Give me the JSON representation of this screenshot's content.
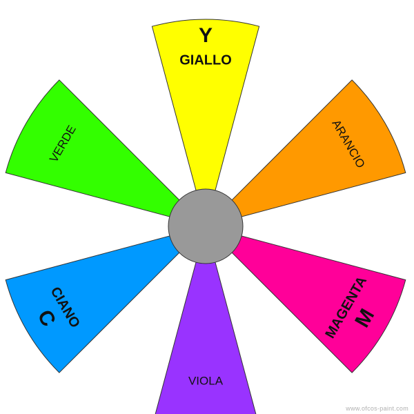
{
  "diagram": {
    "sectors": [
      {
        "key": "yellow",
        "letter": "Y",
        "name": "GIALLO",
        "primary": true,
        "color": "#ffff00"
      },
      {
        "key": "orange",
        "letter": "",
        "name": "ARANCIO",
        "primary": false,
        "color": "#ff9900"
      },
      {
        "key": "magenta",
        "letter": "M",
        "name": "MAGENTA",
        "primary": true,
        "color": "#ff0099"
      },
      {
        "key": "violet",
        "letter": "",
        "name": "VIOLA",
        "primary": false,
        "color": "#9933ff"
      },
      {
        "key": "cyan",
        "letter": "C",
        "name": "CIANO",
        "primary": true,
        "color": "#0099ff"
      },
      {
        "key": "green",
        "letter": "",
        "name": "VERDE",
        "primary": false,
        "color": "#33ff00"
      }
    ],
    "center_color": "#999999",
    "outline_color": "#333333"
  },
  "credit": "www.ofcos-paint.com"
}
